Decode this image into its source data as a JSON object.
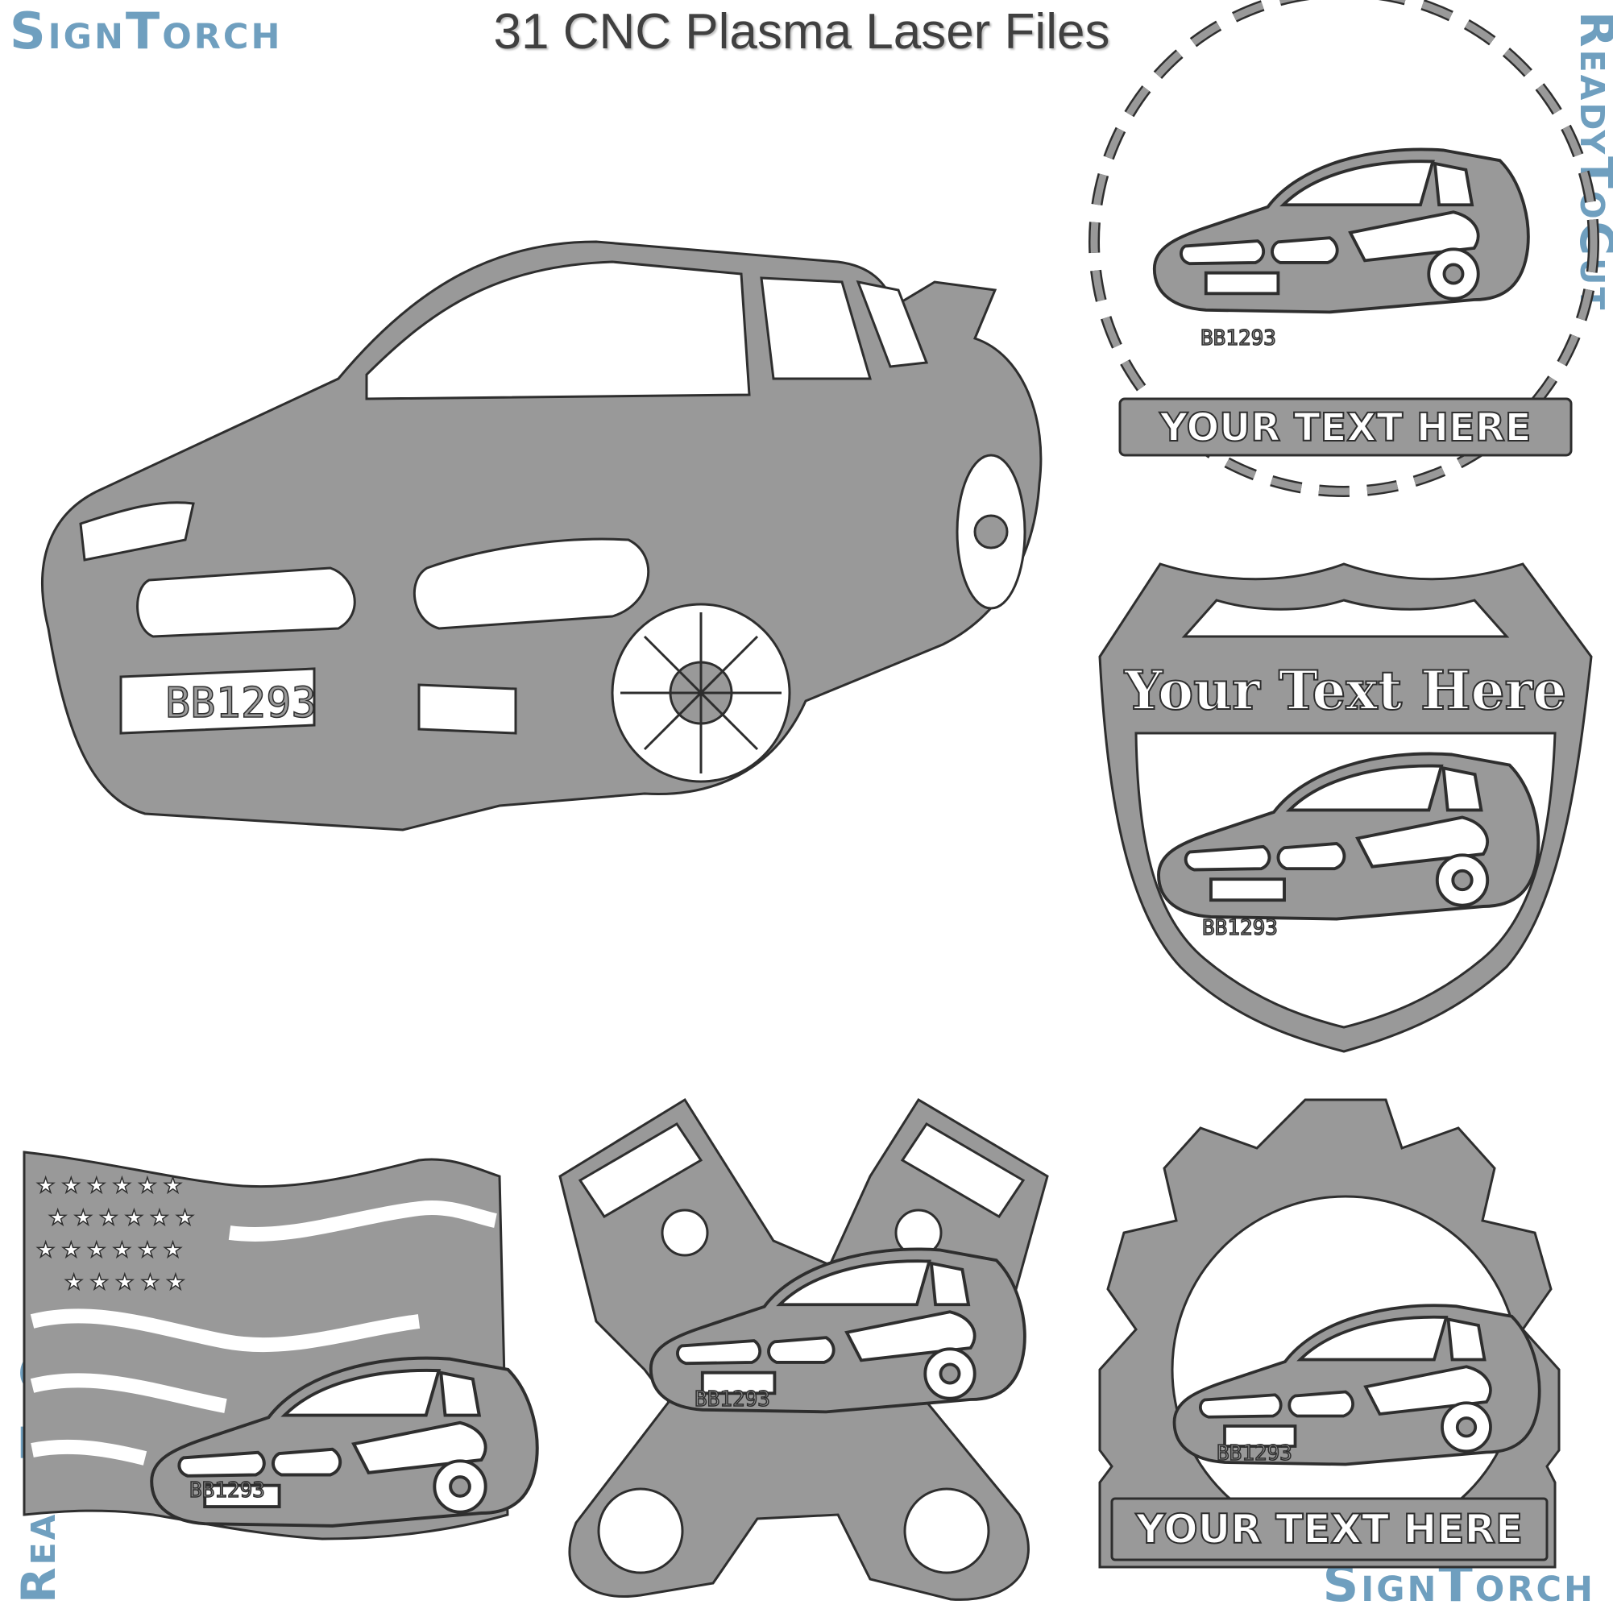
{
  "header": {
    "brand_top_left": "SignTorch",
    "title": "31 CNC Plasma Laser Files",
    "brand_right_vertical": "ReadyToCut",
    "brand_left_vertical": "ReadyToCut",
    "brand_bottom_right": "SignTorch"
  },
  "designs": {
    "main_car": {
      "plate": "BB1293"
    },
    "chain_sign": {
      "plate": "BB1293",
      "text": "YOUR TEXT HERE"
    },
    "shield_sign": {
      "plate": "BB1293",
      "text": "Your Text Here"
    },
    "flag_sign": {
      "plate": "BB1293"
    },
    "piston_sign": {
      "plate": "BB1293"
    },
    "gear_sign": {
      "plate": "BB1293",
      "text": "YOUR TEXT HERE"
    }
  },
  "colors": {
    "metal": "#999999",
    "outline": "#2e2e2e",
    "brand": "#6f9fbf",
    "title": "#404040"
  }
}
